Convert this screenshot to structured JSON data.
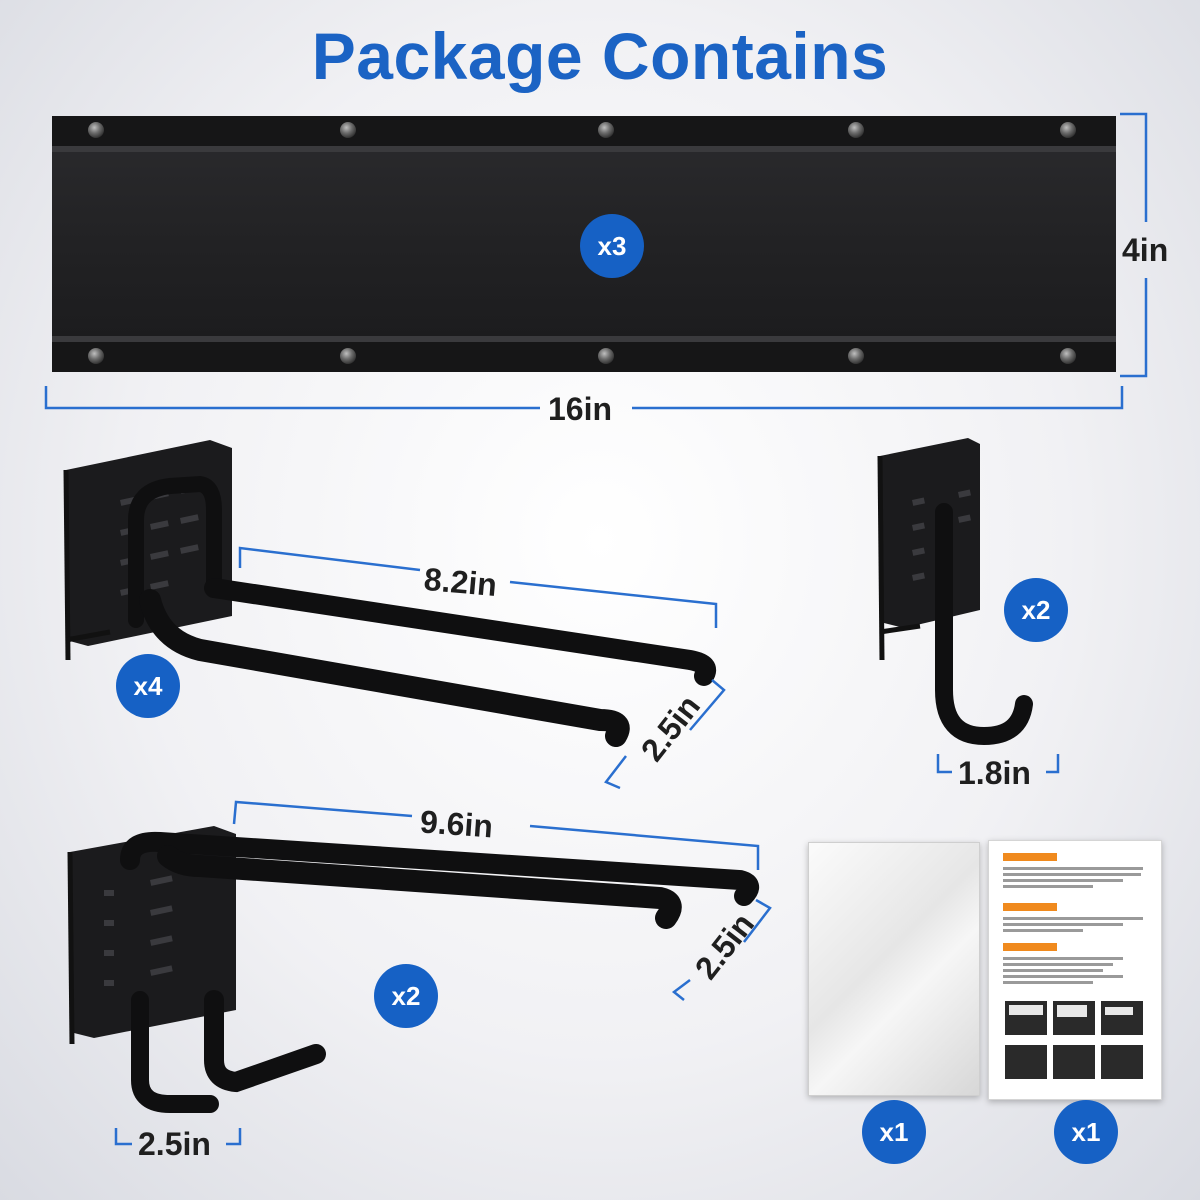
{
  "title": "Package Contains",
  "colors": {
    "accent": "#1661c5",
    "dimension_line": "#2a6fcf",
    "product": "#1c1c1e"
  },
  "rail": {
    "quantity": "x3",
    "width": "16in",
    "height": "4in"
  },
  "double_hook": {
    "quantity": "x4",
    "length": "8.2in",
    "spacing": "2.5in"
  },
  "j_hook": {
    "quantity": "x2",
    "width": "1.8in"
  },
  "utility_hook": {
    "quantity": "x2",
    "length": "9.6in",
    "spacing": "2.5in",
    "base_width": "2.5in"
  },
  "screws_bag": {
    "quantity": "x1"
  },
  "manual": {
    "quantity": "x1"
  }
}
